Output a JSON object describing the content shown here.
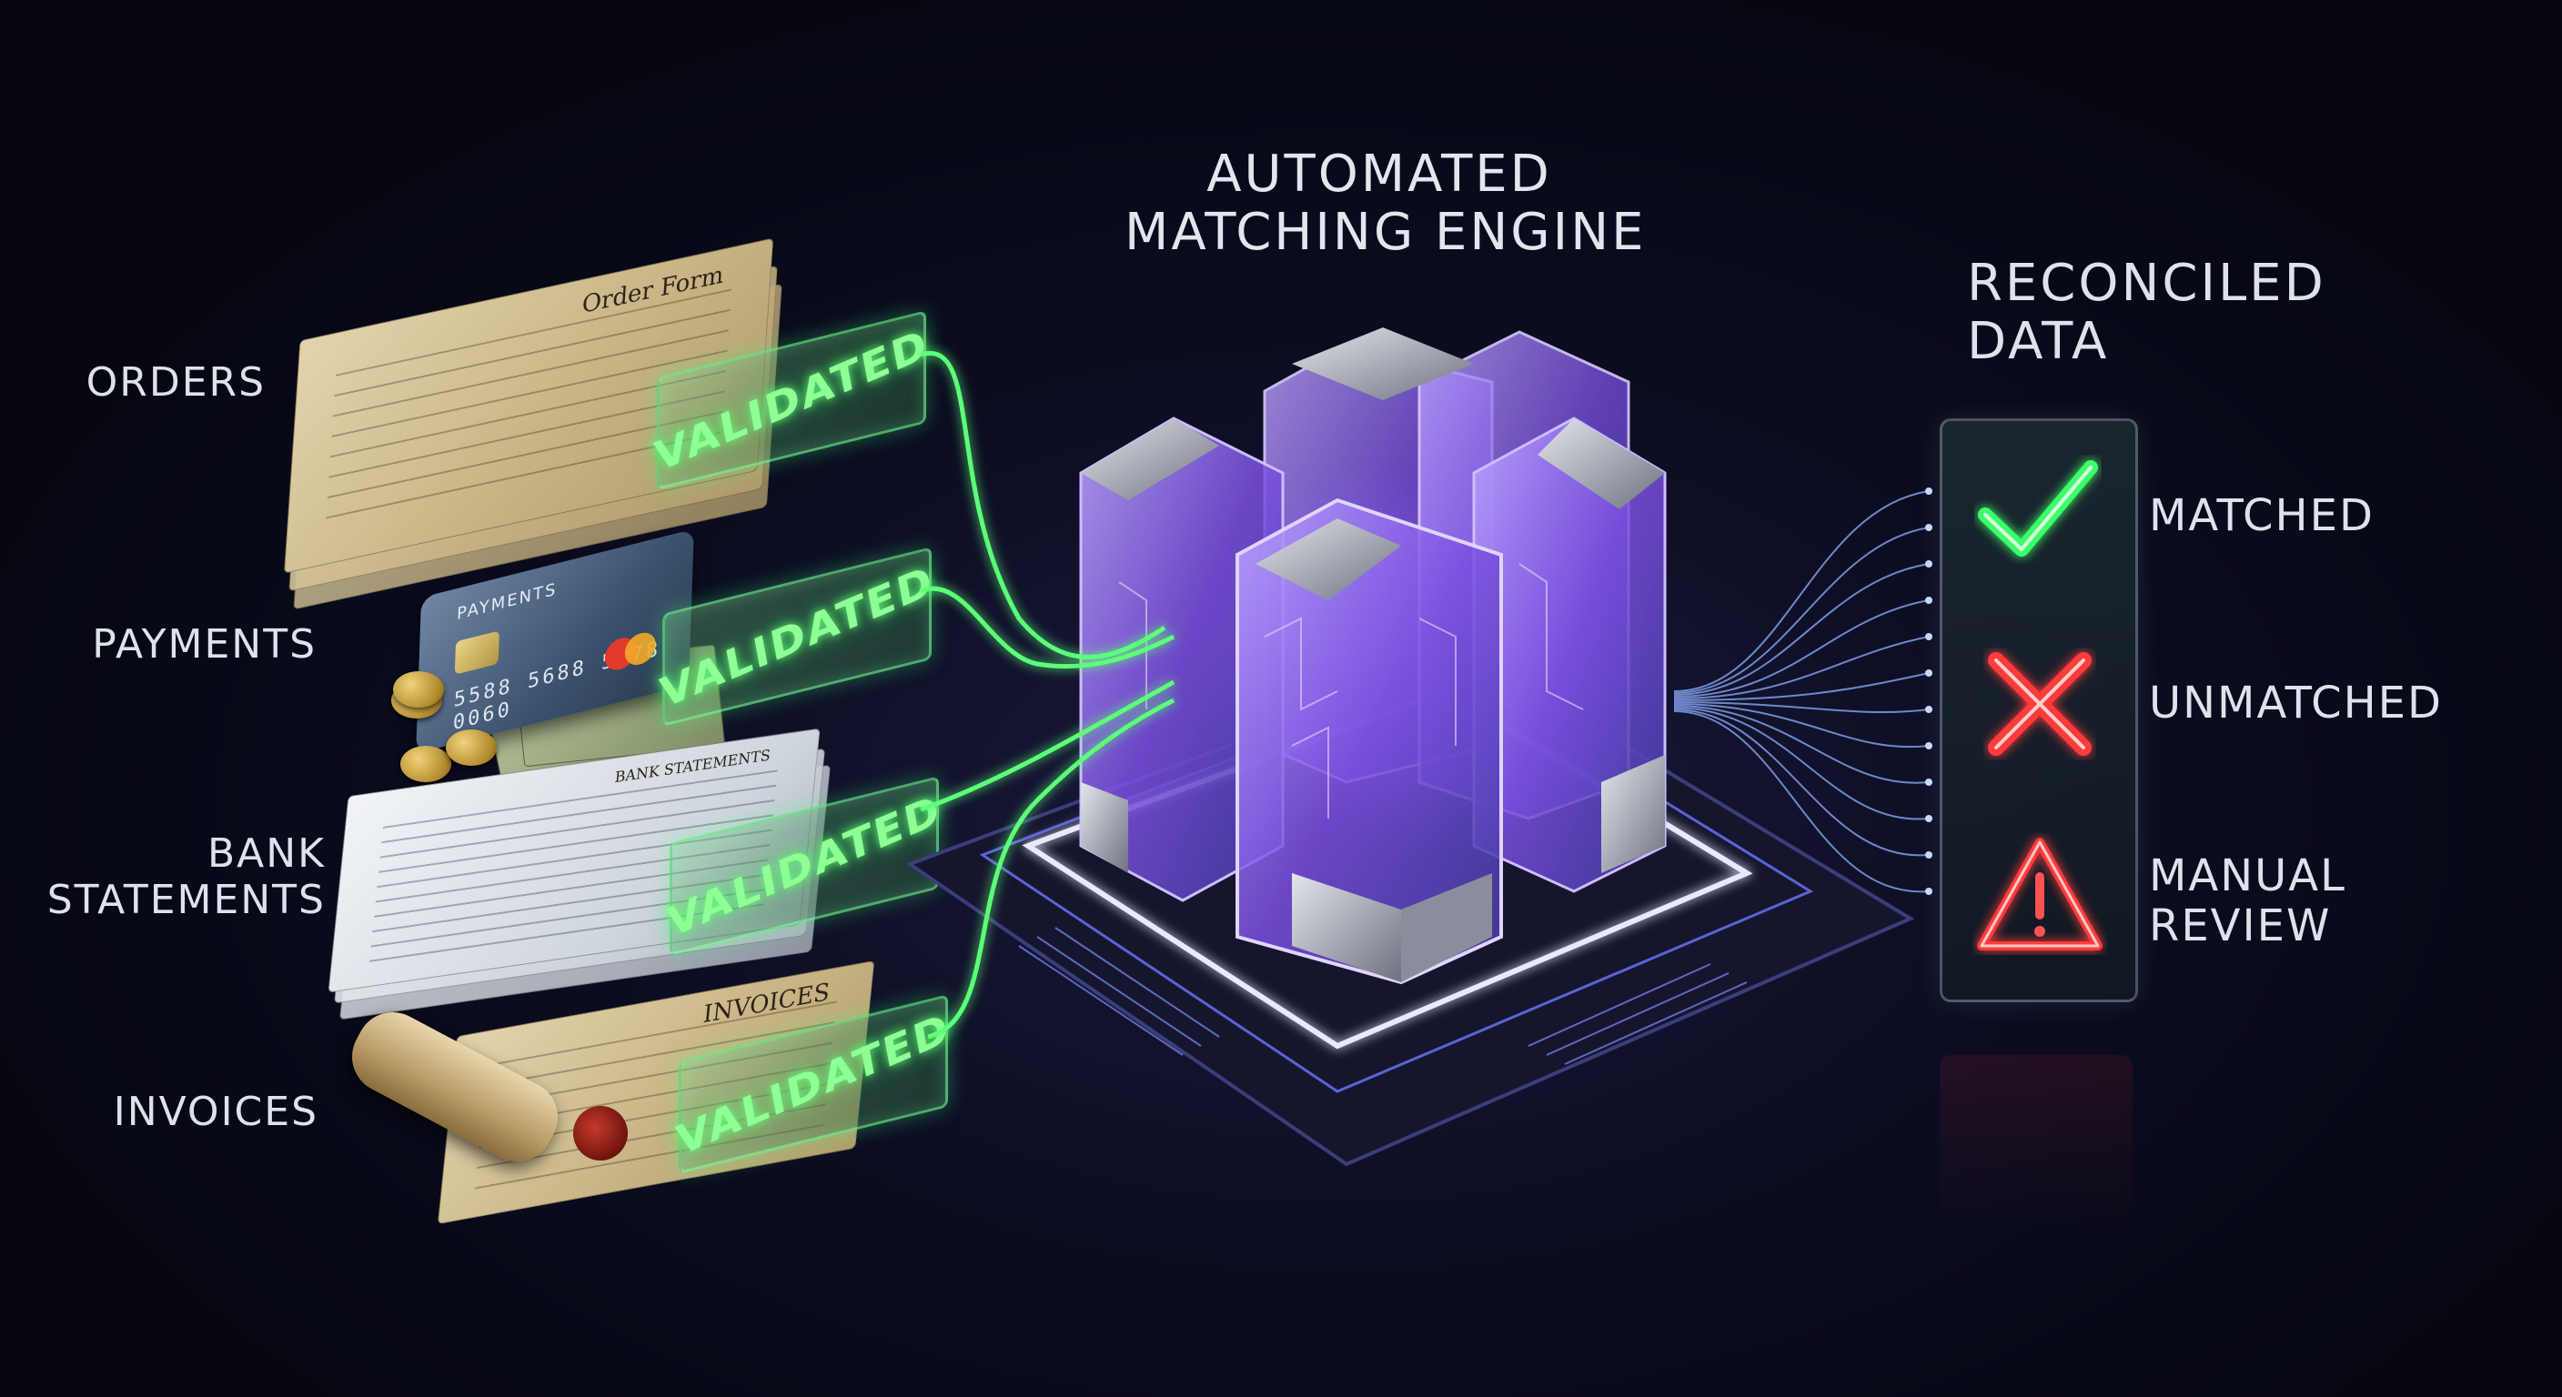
{
  "title": [
    "AUTOMATED",
    "MATCHING ENGINE"
  ],
  "sources": [
    {
      "label": [
        "ORDERS"
      ],
      "badge": "VALIDATED",
      "doc_heading": "Order Form"
    },
    {
      "label": [
        "PAYMENTS"
      ],
      "badge": "VALIDATED",
      "card_text": "PAYMENTS",
      "card_number": "5588 5688 5578 0060"
    },
    {
      "label": [
        "BANK",
        "STATEMENTS"
      ],
      "badge": "VALIDATED",
      "doc_heading": "BANK STATEMENTS"
    },
    {
      "label": [
        "INVOICES"
      ],
      "badge": "VALIDATED",
      "doc_heading": "INVOICES"
    }
  ],
  "output": {
    "heading": [
      "RECONCILED",
      "DATA"
    ],
    "statuses": [
      {
        "label": [
          "MATCHED"
        ],
        "icon": "checkmark-icon",
        "color": "#3dff6a"
      },
      {
        "label": [
          "UNMATCHED"
        ],
        "icon": "x-mark-icon",
        "color": "#ff3b3b"
      },
      {
        "label": [
          "MANUAL",
          "REVIEW"
        ],
        "icon": "warning-triangle-icon",
        "color": "#ff3b3b"
      }
    ]
  },
  "colors": {
    "validated_green": "#6dff7d",
    "engine_purple": "#9a6bff",
    "engine_blue": "#5aa0ff",
    "background": "#070814"
  }
}
